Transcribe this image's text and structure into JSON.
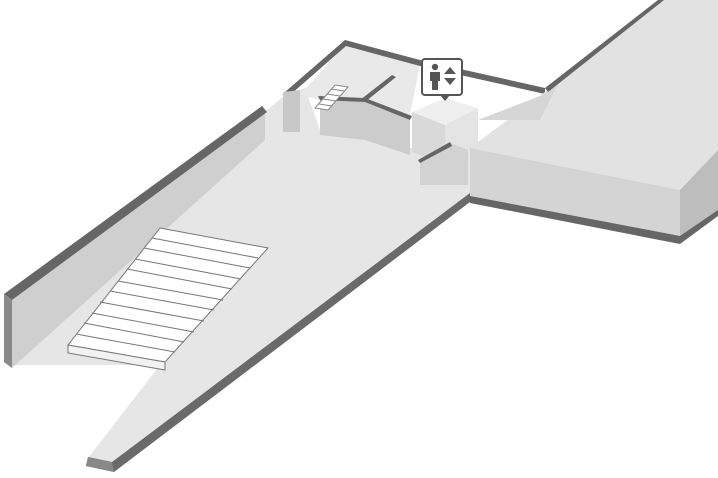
{
  "map": {
    "view": "isometric-indoor-floor",
    "colors": {
      "floor": "#e6e6e6",
      "wall_top": "#666666",
      "wall_face": "#cccccc",
      "block_top": "#e2e2e2",
      "block_front": "#d4d4d4",
      "block_side": "#bdbdbd",
      "marker_border": "#555555"
    },
    "markers": [
      {
        "icon": "elevator-icon",
        "type": "elevator"
      }
    ],
    "features": [
      "stairs-left",
      "stairs-back",
      "raised-walkway",
      "ramp"
    ]
  }
}
